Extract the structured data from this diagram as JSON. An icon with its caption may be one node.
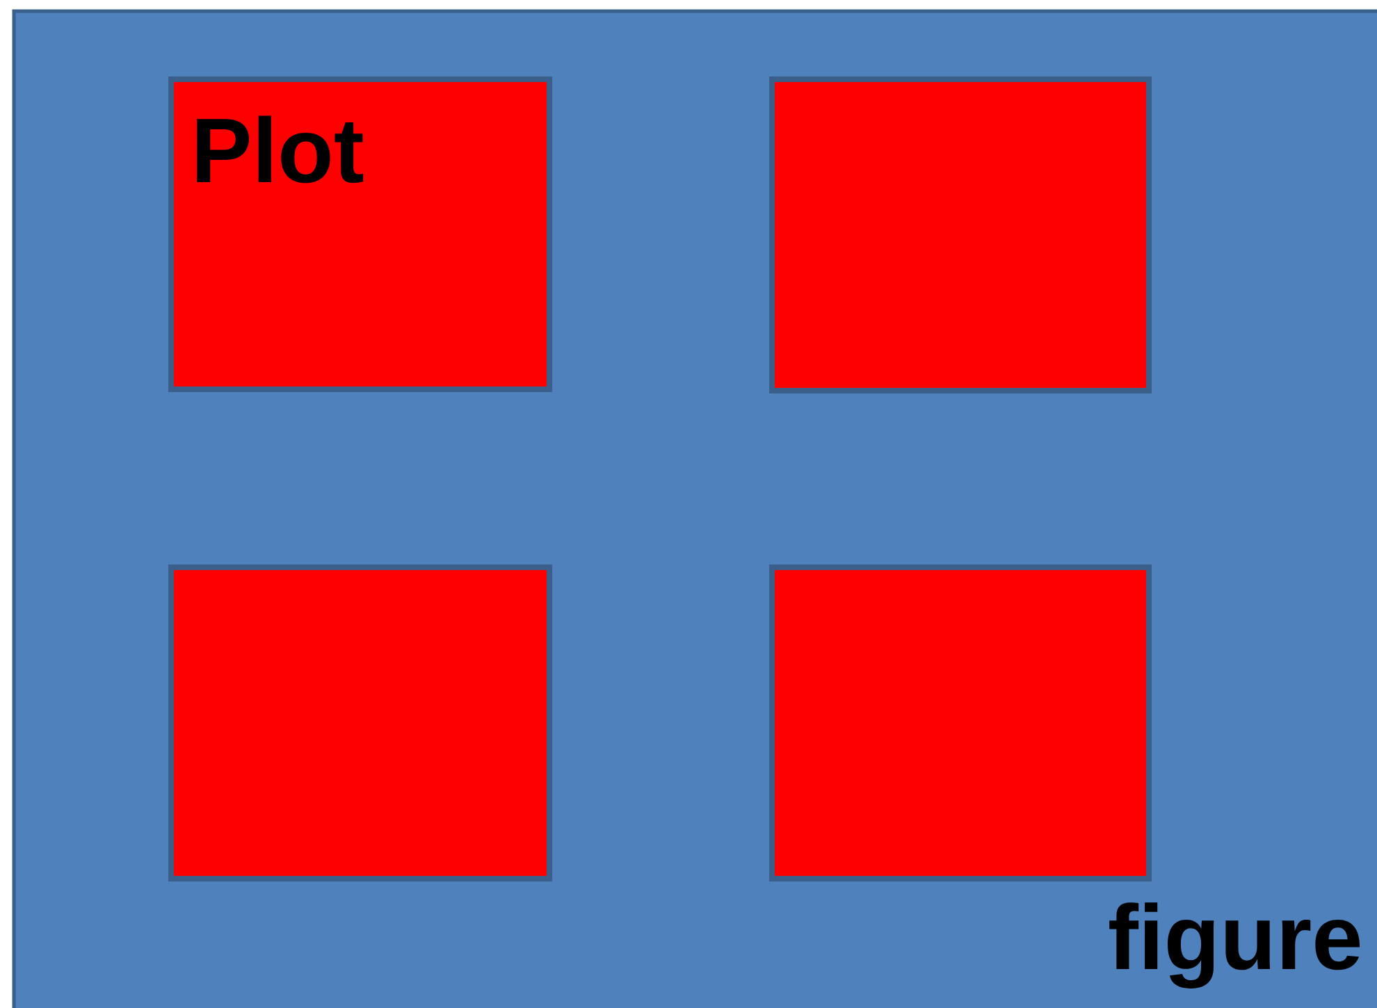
{
  "diagram": {
    "nodes": [
      {
        "text": [
          "figure"
        ]
      },
      {
        "text": [
          "Plot"
        ],
        "in": 0
      },
      {
        "text": [],
        "shape": "box",
        "in": 0
      },
      {
        "text": [],
        "shape": "box",
        "in": 0
      },
      {
        "text": [],
        "shape": "box",
        "in": 0
      }
    ]
  }
}
